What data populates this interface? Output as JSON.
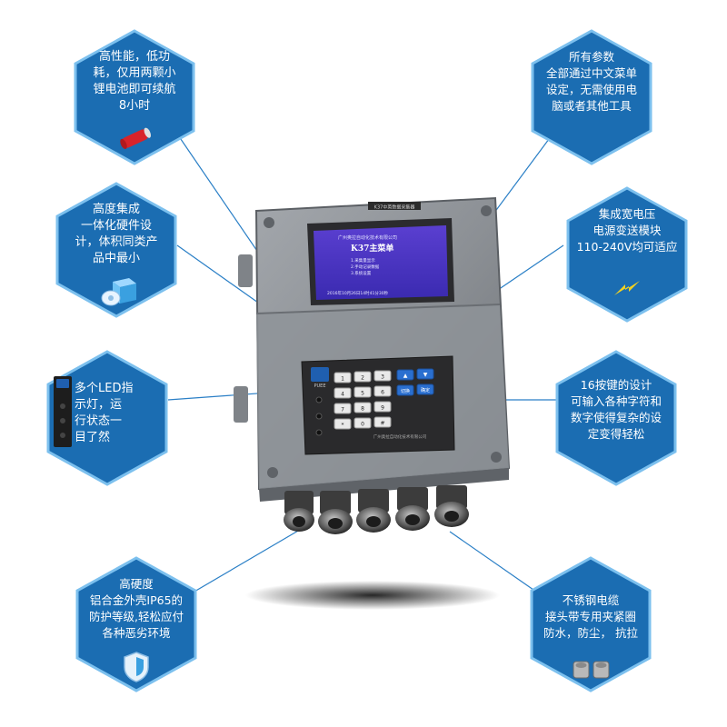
{
  "features": {
    "battery": "高性能，低功\n耗，仅用两颗小\n锂电池即可续航\n8小时",
    "menu": "所有参数\n全部通过中文菜单\n设定，无需使用电\n脑或者其他工具",
    "integration": "高度集成\n一体化硬件设\n计，体积同类产\n品中最小",
    "power": "集成宽电压\n电源变送模块\n110-240V均可适应",
    "led": "多个LED指\n示灯，运\n行状态一\n目了然",
    "keypad": "16按键的设计\n可输入各种字符和\n数字使得复杂的设\n定变得轻松",
    "housing": "高硬度\n铝合金外壳IP65的\n防护等级,轻松应付\n各种恶劣环境",
    "cable": "不锈钢电缆\n接头带专用夹紧圈\n防水，防尘， 抗拉"
  },
  "device": {
    "top_label": "K37中英数据采集器",
    "screen_company": "广州奥拉自动化技术有限公司",
    "screen_title": "K37主菜单",
    "menu_items": [
      "1.采集量显示",
      "2.手动记录数据",
      "3.系统设置"
    ],
    "screen_status": "2016年10月26日14时41分30秒",
    "keypad_company": "广州奥拉自动化技术有限公司",
    "key_switch": "切换",
    "key_confirm": "确定",
    "logo_text": "PUEE"
  },
  "colors": {
    "hex_blue": "#1a6fb4",
    "hex_blue_light": "#2a8fd8",
    "line": "#2a7fc6",
    "housing": "#8a8f95"
  }
}
